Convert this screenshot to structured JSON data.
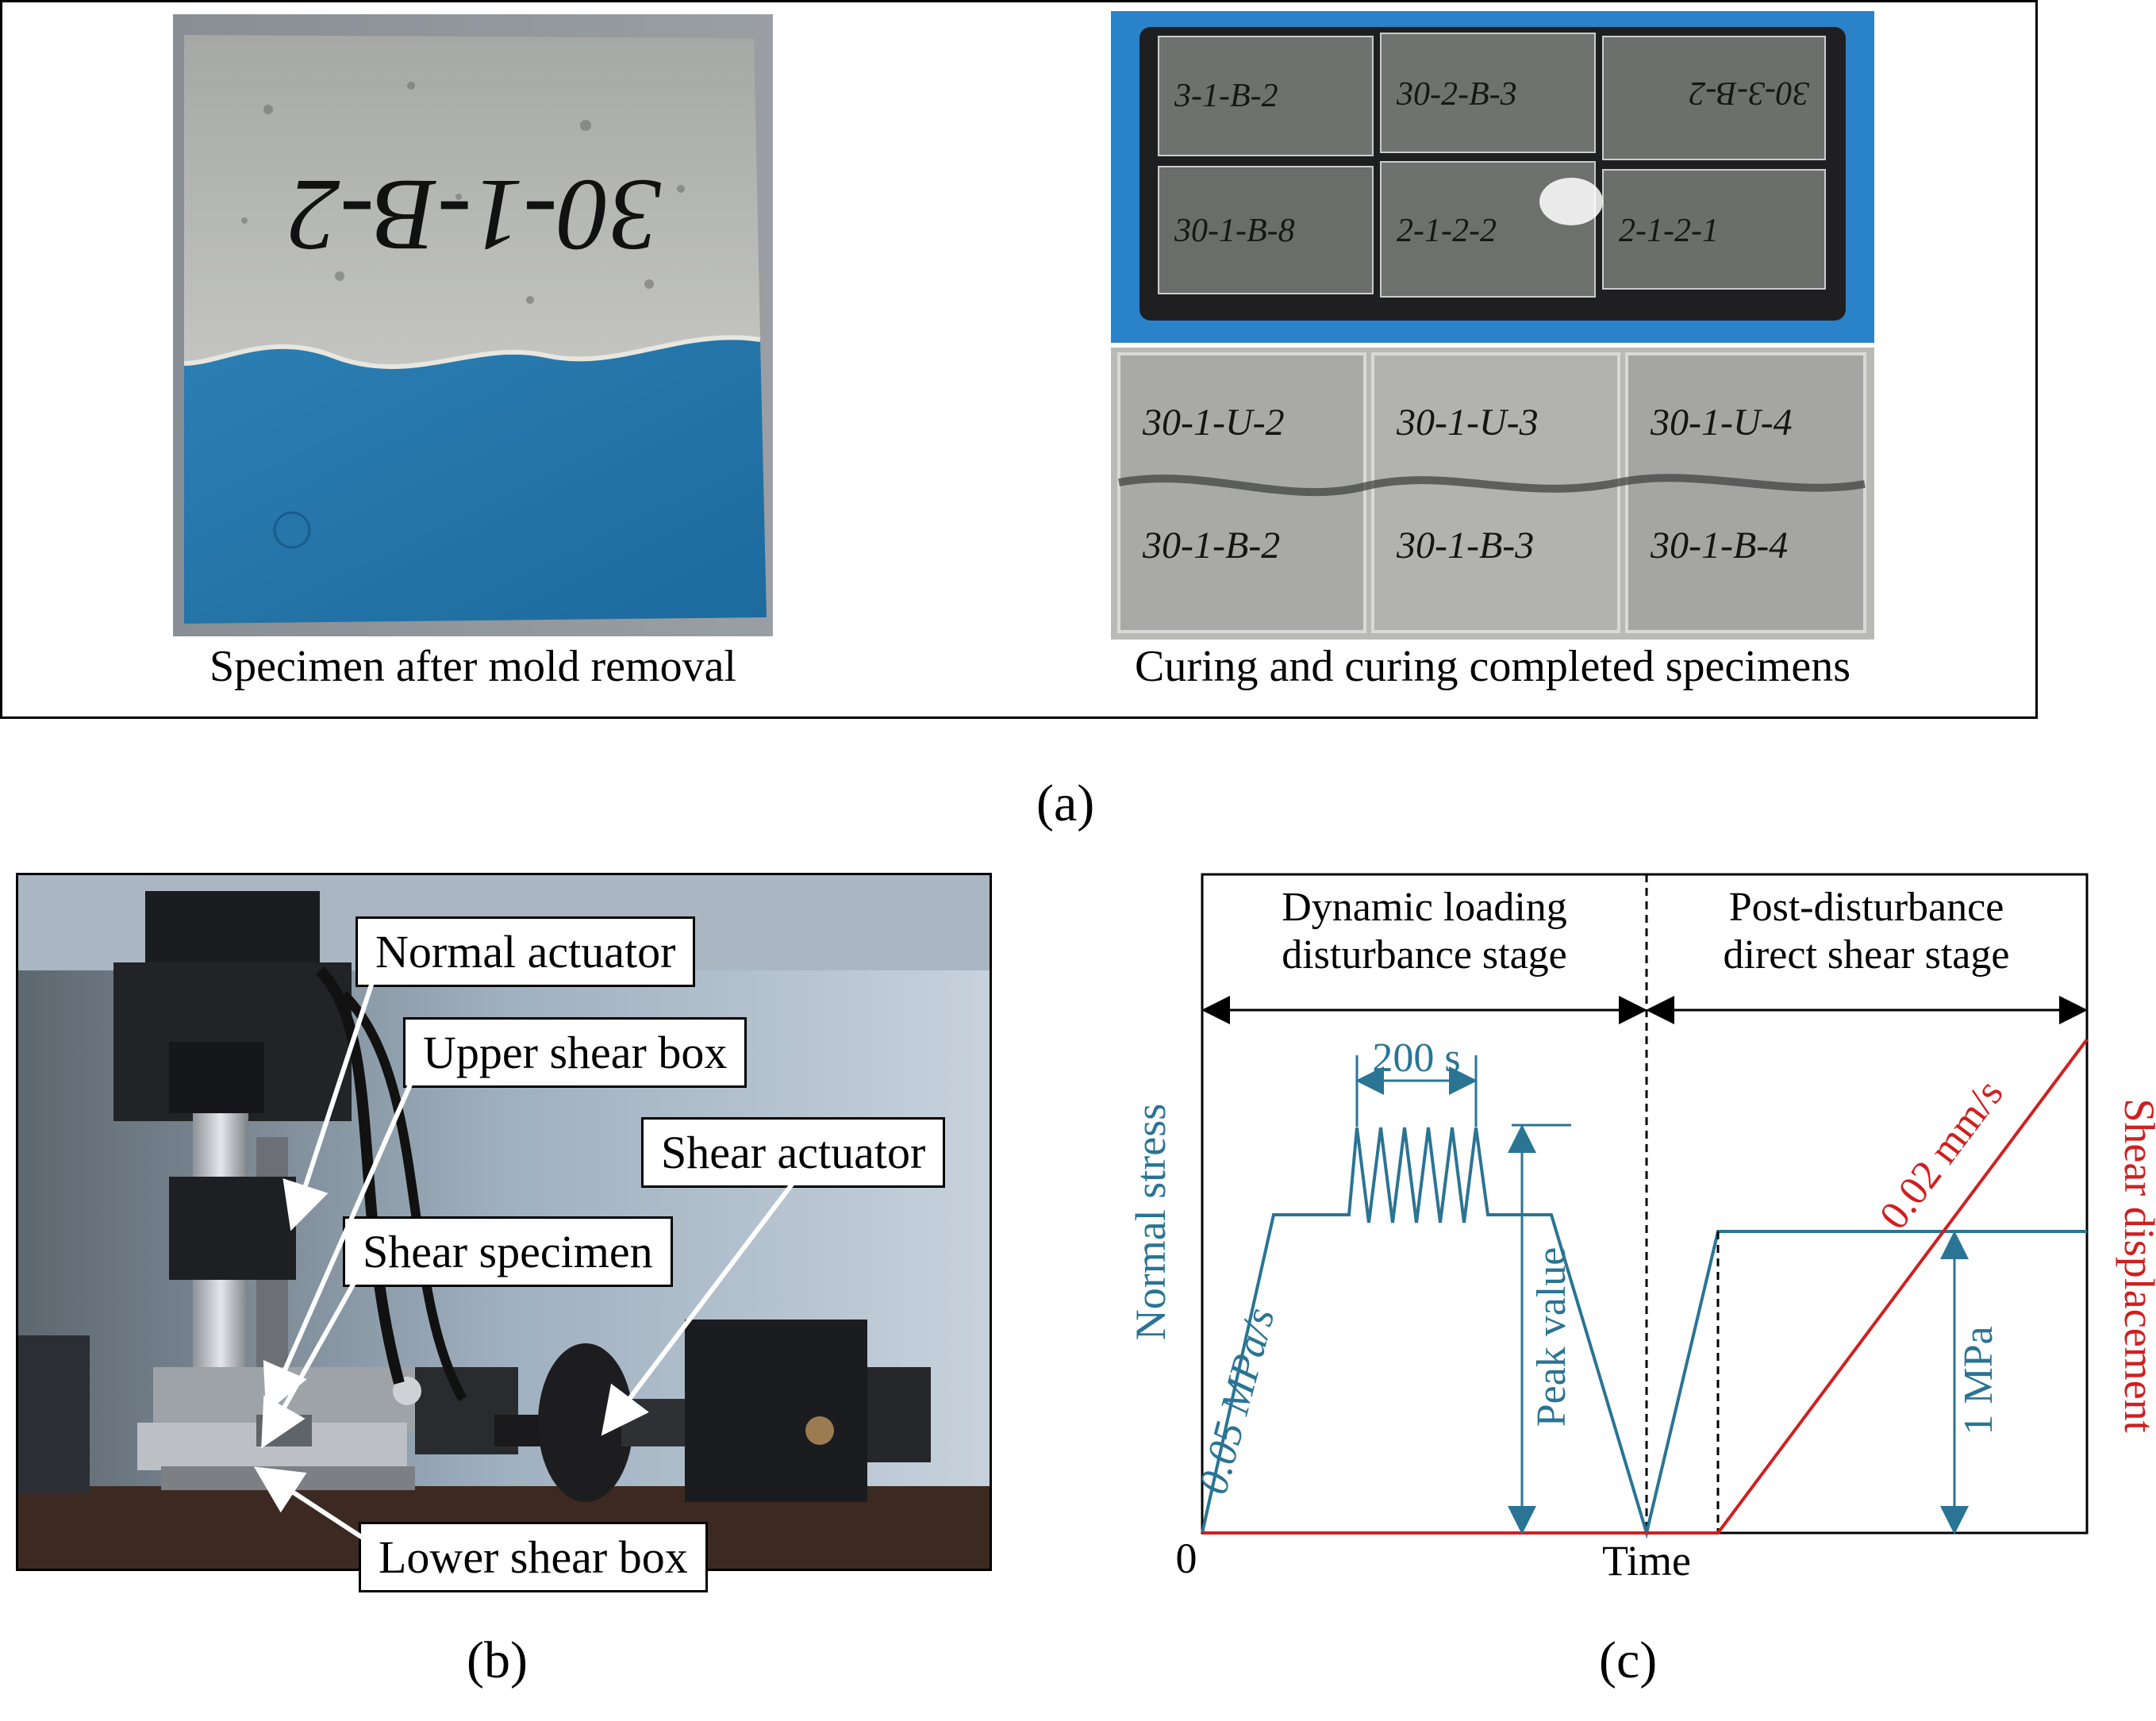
{
  "panel_a": {
    "left_photo": {
      "specimen_marking": "30-1-B-2",
      "caption": "Specimen after mold removal"
    },
    "right_photo": {
      "tray_markings": [
        "3-1-B-2",
        "30-2-B-3",
        "30-3-B-2",
        "30-1-B-8",
        "2-1-2-2",
        "2-1-2-1"
      ],
      "specimen_markings": [
        "30-1-U-2",
        "30-1-U-3",
        "30-1-U-4",
        "30-1-B-2",
        "30-1-B-3",
        "30-1-B-4"
      ],
      "caption": "Curing and curing completed specimens"
    },
    "label": "(a)"
  },
  "panel_b": {
    "callouts": {
      "normal_actuator": "Normal actuator",
      "upper_shear_box": "Upper shear box",
      "shear_actuator": "Shear actuator",
      "shear_specimen": "Shear specimen",
      "lower_shear_box": "Lower shear box"
    },
    "label": "(b)"
  },
  "panel_c": {
    "stage_1": [
      "Dynamic loading",
      "disturbance stage"
    ],
    "stage_2": [
      "Post-disturbance",
      "direct shear stage"
    ],
    "period": "200 s",
    "loading_rate": "0.05 MPa/s",
    "peak": "Peak value",
    "normal_stress_level": "1 MPa",
    "shear_rate": "0.02 mm/s",
    "ylabel_left": "Normal stress",
    "ylabel_right": "Shear displacement",
    "xlabel": "Time",
    "origin": "0",
    "label": "(c)",
    "colors": {
      "normal_stress": "#2a7494",
      "shear_displacement": "#d11f1f",
      "axis": "#000000"
    }
  },
  "chart_data": {
    "type": "line",
    "xlabel": "Time",
    "ylabel": "Normal stress",
    "y2label": "Shear displacement",
    "series": [
      {
        "name": "Normal stress",
        "axis": "left",
        "color": "#2a7494",
        "description_values": {
          "loading_rate": "0.05 MPa/s",
          "cycle_period": "200 s",
          "cycles": 5,
          "shear_stage_normal_stress": "1 MPa"
        }
      },
      {
        "name": "Shear displacement",
        "axis": "right",
        "color": "#d11f1f",
        "description_values": {
          "rate": "0.02 mm/s"
        }
      }
    ],
    "stages": [
      "Dynamic loading disturbance stage",
      "Post-disturbance direct shear stage"
    ]
  }
}
